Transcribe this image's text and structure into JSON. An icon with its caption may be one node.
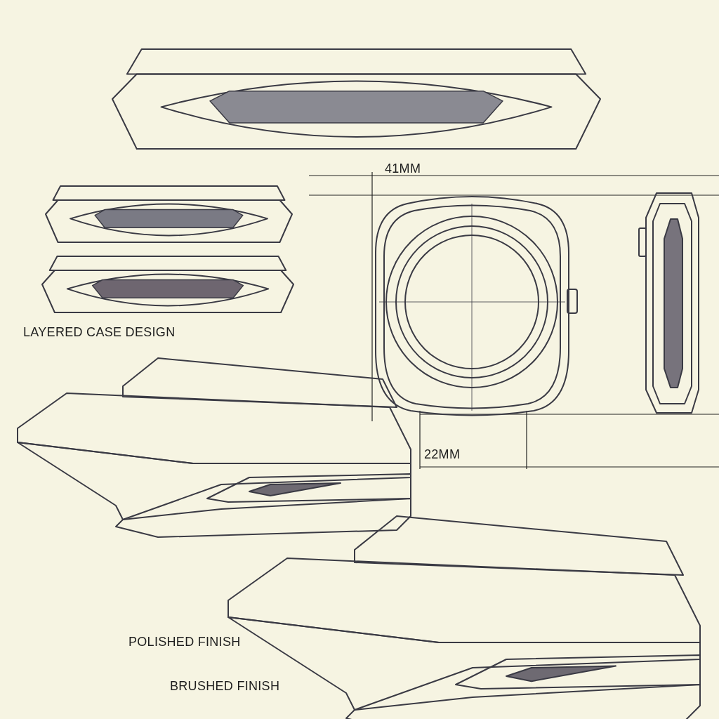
{
  "diagram": {
    "labels": [
      "41MM",
      "LAYERED CASE DESIGN",
      "22MM",
      "POLISHED FINISH",
      "BRUSHED FINISH"
    ]
  }
}
